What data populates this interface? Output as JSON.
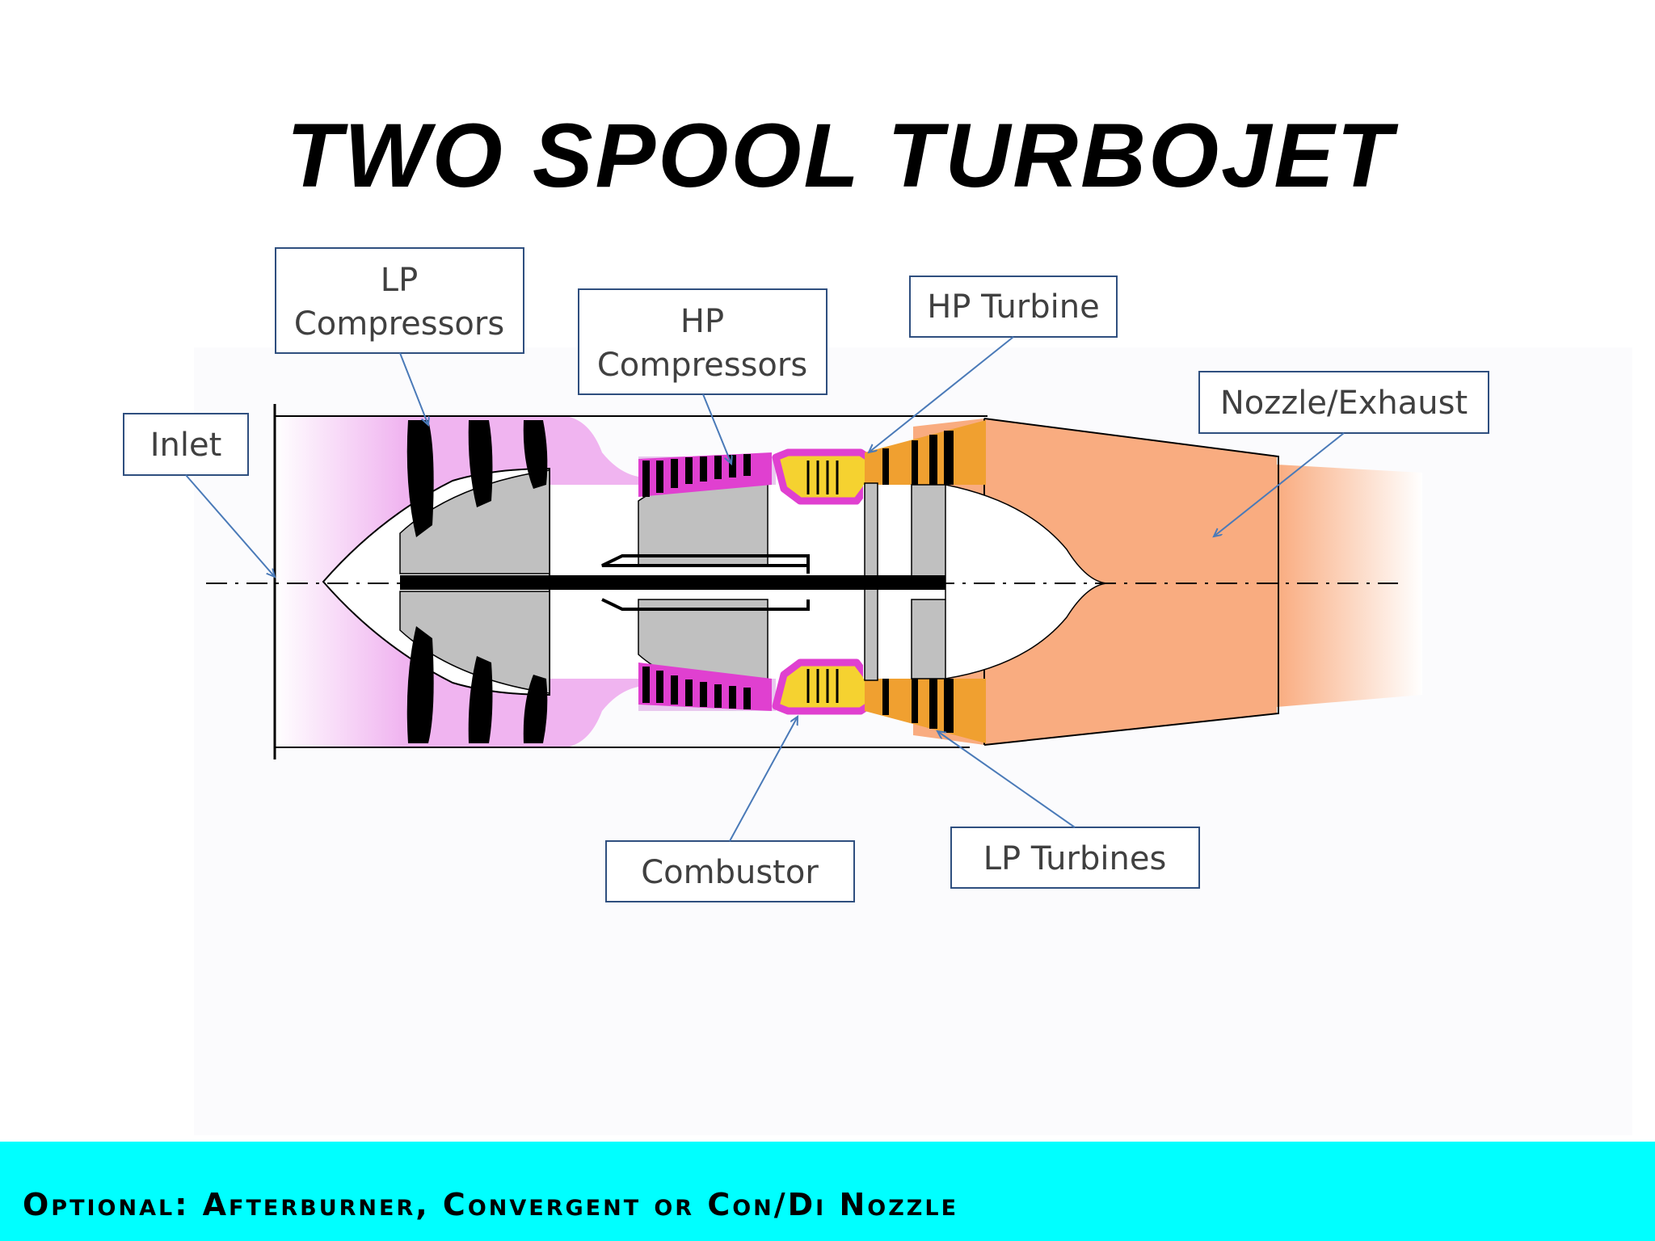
{
  "title": "TWO SPOOL TURBOJET",
  "labels": {
    "lp_compressors": [
      "LP",
      "Compressors"
    ],
    "hp_compressors": [
      "HP",
      "Compressors"
    ],
    "hp_turbine": "HP Turbine",
    "nozzle_exhaust": "Nozzle/Exhaust",
    "inlet": "Inlet",
    "combustor": "Combustor",
    "lp_turbines": "LP Turbines"
  },
  "footer": "Optional: Afterburner, Convergent or Con/Di Nozzle",
  "colors": {
    "lp_compressor": "#f0b4f0",
    "hp_compressor": "#e040d0",
    "combustor": "#f5d230",
    "turbine": "#f0a030",
    "exhaust": "#f9ac80",
    "hub": "#c0c0c0",
    "callout_border": "#2f4f7f",
    "arrow": "#4a7ab8",
    "footer_band": "#00ffff"
  }
}
